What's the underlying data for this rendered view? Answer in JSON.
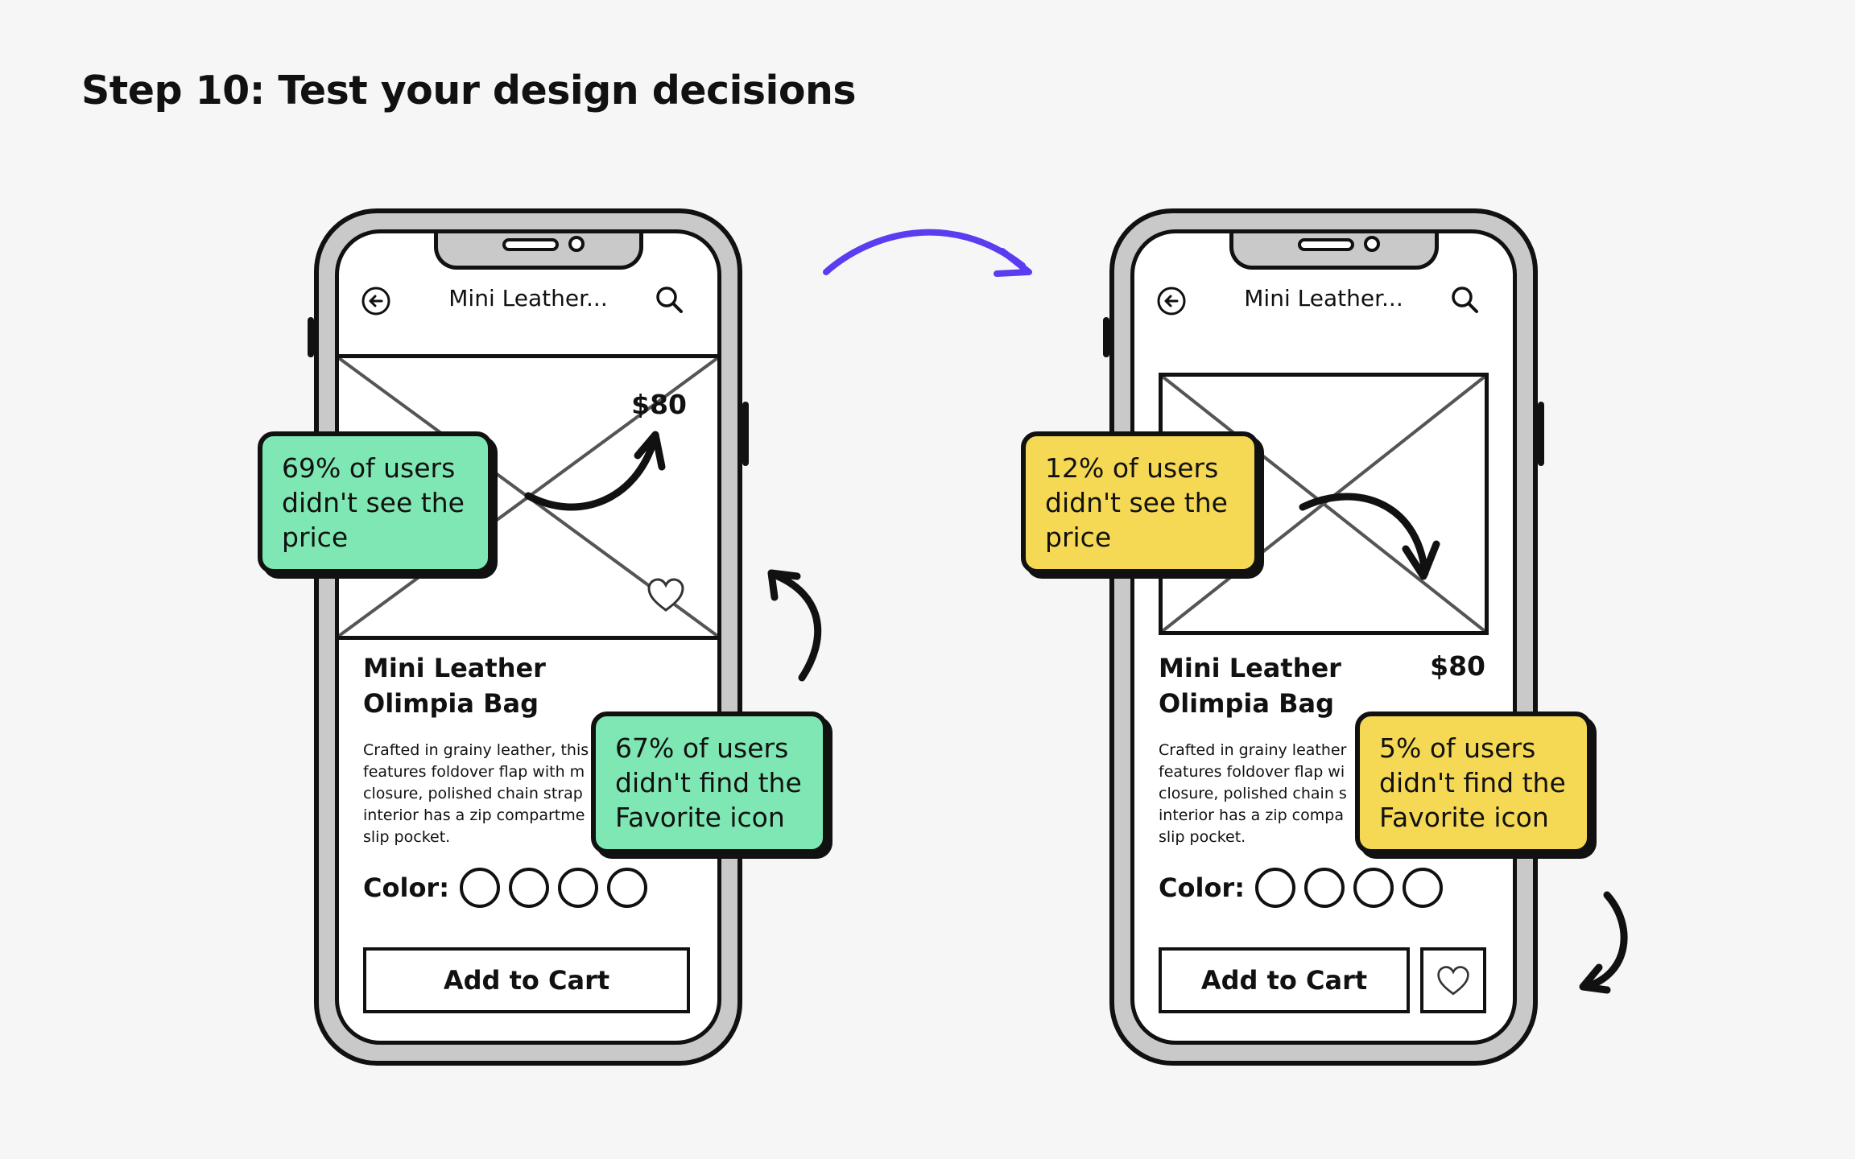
{
  "title": "Step 10: Test your design decisions",
  "colors": {
    "background": "#f6f6f6",
    "phone_frame": "#c9c9c9",
    "note_before": "#7fe7b3",
    "note_after": "#f5d954",
    "transition_arrow": "#5b3cf0",
    "ink": "#111111"
  },
  "before": {
    "nav": {
      "title": "Mini Leather...",
      "back_icon": "back-arrow-icon",
      "search_icon": "search-icon"
    },
    "hero": {
      "price": "$80",
      "favorite_icon": "heart-icon"
    },
    "product": {
      "name_line1": "Mini Leather",
      "name_line2": "Olimpia Bag",
      "description": [
        "Crafted in grainy leather, this",
        "features foldover flap with m",
        "closure, polished chain strap",
        "interior has a zip compartme",
        "slip pocket."
      ]
    },
    "color_label": "Color:",
    "cart_label": "Add to Cart",
    "note_price": {
      "line1": "69% of users",
      "line2": "didn't see the",
      "line3": "price"
    },
    "note_favorite": {
      "line1": "67% of users",
      "line2": "didn't find the",
      "line3": "Favorite icon"
    }
  },
  "after": {
    "nav": {
      "title": "Mini Leather...",
      "back_icon": "back-arrow-icon",
      "search_icon": "search-icon"
    },
    "product": {
      "name_line1": "Mini Leather",
      "name_line2": "Olimpia Bag",
      "price": "$80",
      "description": [
        "Crafted in grainy leather",
        "features foldover flap wi",
        "closure, polished chain s",
        "interior has a zip compa",
        "slip pocket."
      ]
    },
    "color_label": "Color:",
    "cart_label": "Add to Cart",
    "favorite_icon": "heart-icon",
    "note_price": {
      "line1": "12% of users",
      "line2": "didn't see the",
      "line3": "price"
    },
    "note_favorite": {
      "line1": "5% of users",
      "line2": "didn't find the",
      "line3": "Favorite icon"
    }
  }
}
